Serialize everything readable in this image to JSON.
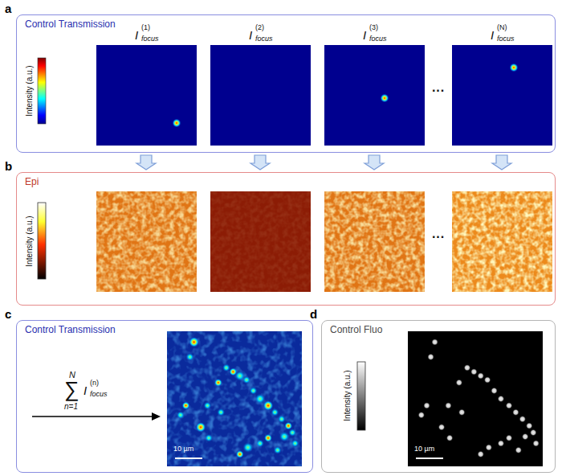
{
  "diagram": {
    "nodes": [
      {
        "text": [
          "a",
          "Control Transmission"
        ]
      },
      {
        "text": [
          "b",
          "Epi"
        ]
      },
      {
        "text": [
          "c",
          "Control Transmission"
        ]
      },
      {
        "text": [
          "d",
          "Control Fluo"
        ]
      }
    ],
    "edges": [
      {
        "from": 0,
        "to": 1,
        "arrow": "to"
      },
      {
        "from": 0,
        "to": 1,
        "arrow": "to"
      },
      {
        "from": 0,
        "to": 1,
        "arrow": "to"
      },
      {
        "from": 0,
        "to": 1,
        "arrow": "to"
      }
    ],
    "labels": [
      "I",
      "(1)",
      "focus",
      "I",
      "(2)",
      "focus",
      "I",
      "(3)",
      "focus",
      "···",
      "I",
      "(N)",
      "focus",
      "Intensity (a.u.)",
      "Intensity (a.u.)",
      "···",
      "N",
      "∑",
      "n=1",
      "I",
      "(n)",
      "focus",
      "10 µm",
      "Intensity (a.u.)",
      "10 µm"
    ]
  }
}
